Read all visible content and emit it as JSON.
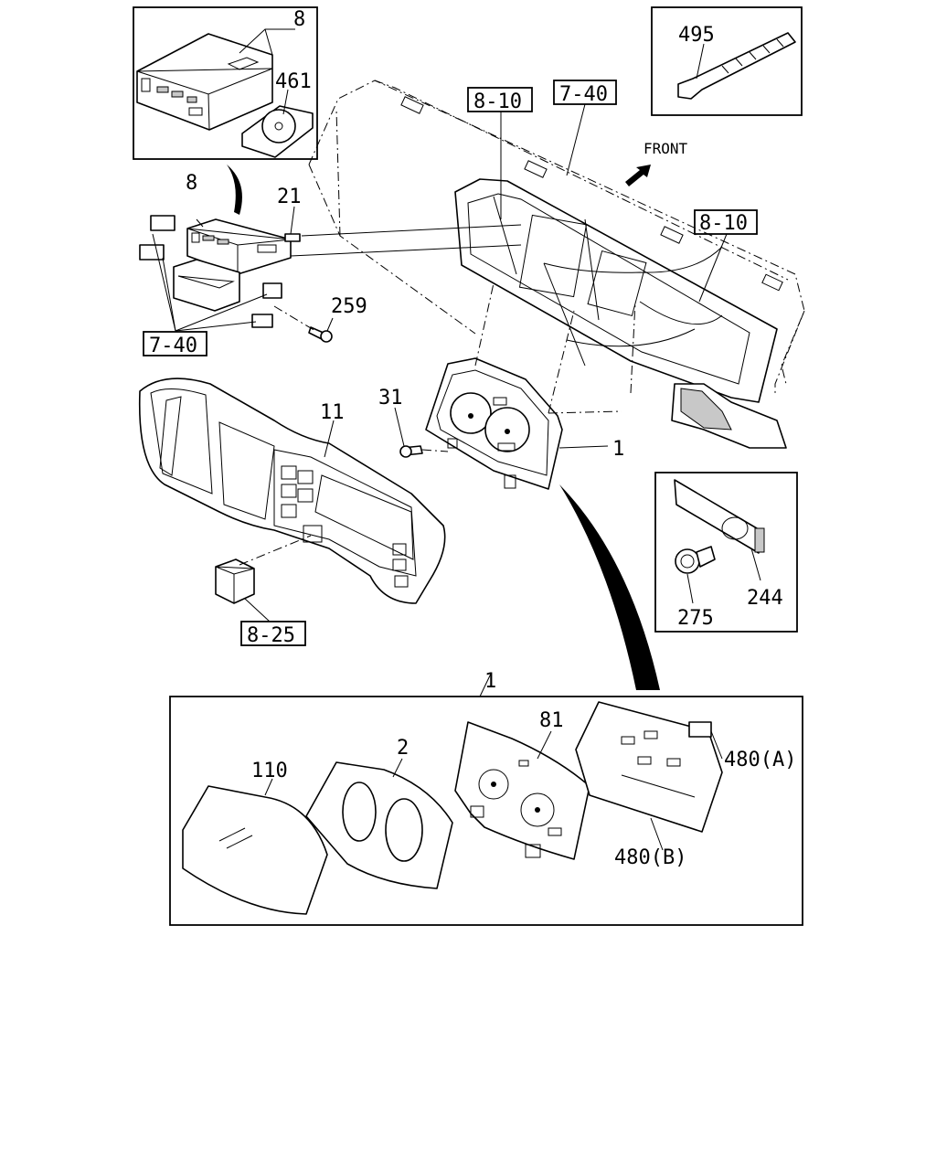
{
  "diagram": {
    "direction_label": "FRONT",
    "part_numbers": {
      "p8_top": "8",
      "p461": "461",
      "p495": "495",
      "p8_mid": "8",
      "p21": "21",
      "p259": "259",
      "p11": "11",
      "p31": "31",
      "p1_cluster": "1",
      "p244": "244",
      "p275": "275",
      "p1_detail": "1",
      "p110": "110",
      "p2": "2",
      "p81": "81",
      "p480a": "480(A)",
      "p480b": "480(B)"
    },
    "references": {
      "r8_10_a": "8-10",
      "r7_40_a": "7-40",
      "r8_10_b": "8-10",
      "r7_40_b": "7-40",
      "r8_25": "8-25"
    }
  }
}
